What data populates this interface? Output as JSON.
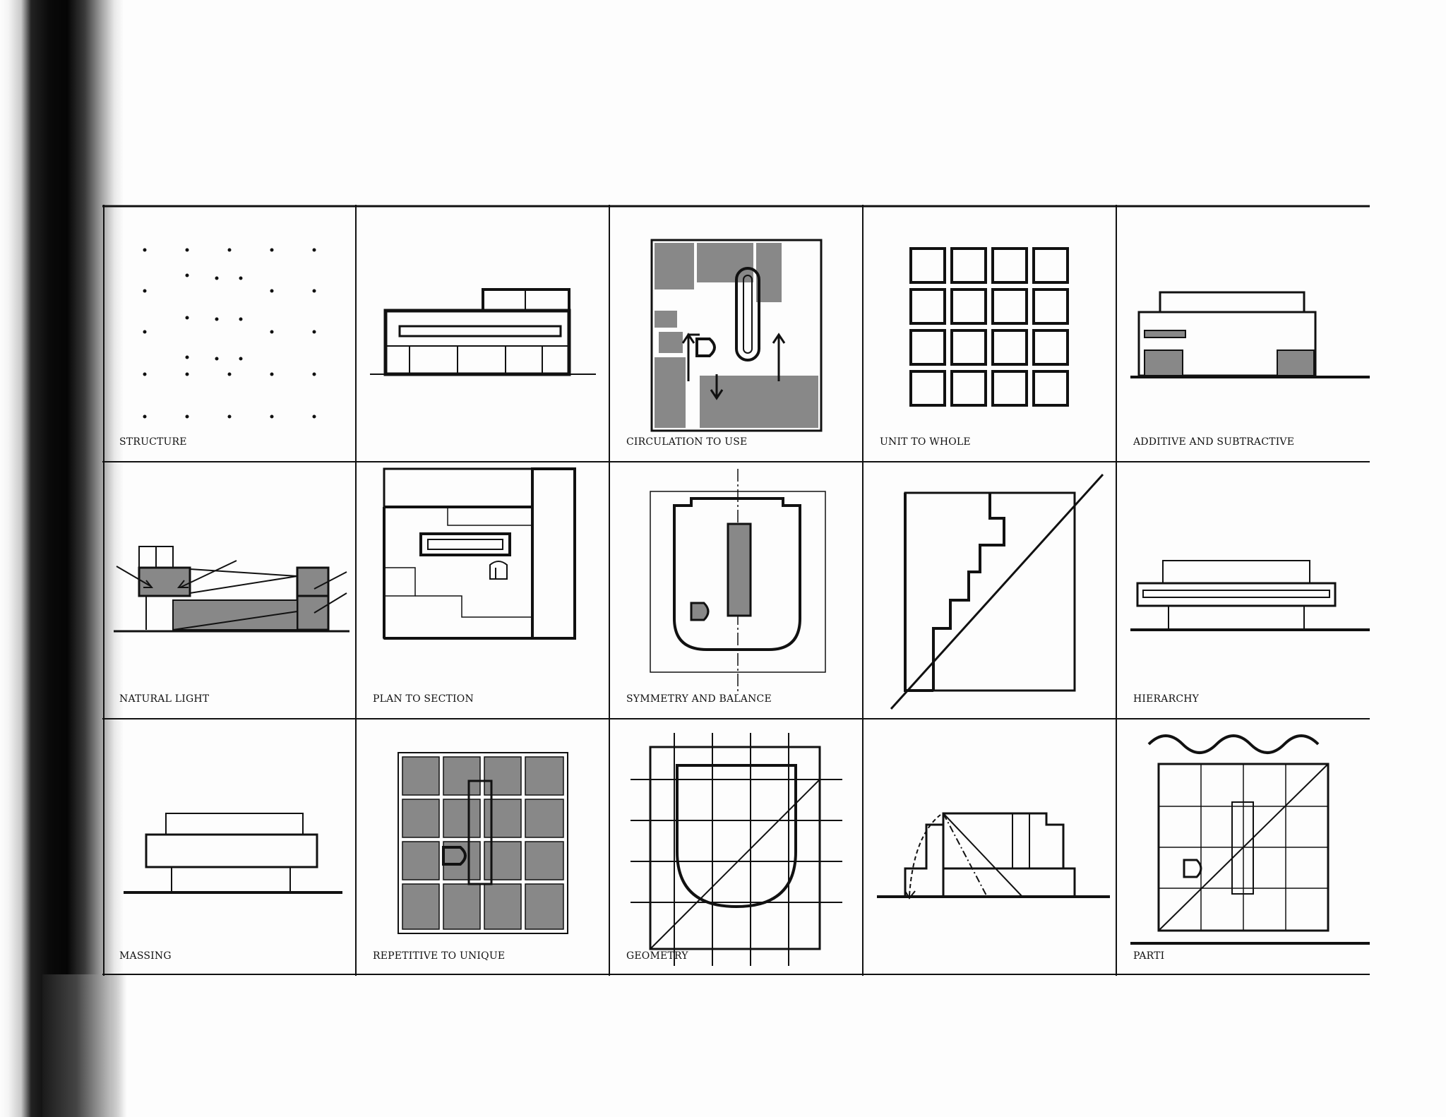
{
  "panels": [
    {
      "id": "structure",
      "label": "STRUCTURE"
    },
    {
      "id": "elevation",
      "label": ""
    },
    {
      "id": "circulation",
      "label": "CIRCULATION TO USE"
    },
    {
      "id": "unit",
      "label": "UNIT TO WHOLE"
    },
    {
      "id": "additive",
      "label": "ADDITIVE AND SUBTRACTIVE"
    },
    {
      "id": "light",
      "label": "NATURAL LIGHT"
    },
    {
      "id": "plansection",
      "label": "PLAN TO SECTION"
    },
    {
      "id": "symmetry",
      "label": "SYMMETRY AND BALANCE"
    },
    {
      "id": "stepped",
      "label": ""
    },
    {
      "id": "hierarchy",
      "label": "HIERARCHY"
    },
    {
      "id": "massing",
      "label": "MASSING"
    },
    {
      "id": "repetitive",
      "label": "REPETITIVE TO UNIQUE"
    },
    {
      "id": "geometry",
      "label": "GEOMETRY"
    },
    {
      "id": "proportion",
      "label": ""
    },
    {
      "id": "parti",
      "label": "PARTI"
    }
  ],
  "colors": {
    "ink": "#111111",
    "tone": "#888888",
    "paper": "#fdfdfd"
  }
}
